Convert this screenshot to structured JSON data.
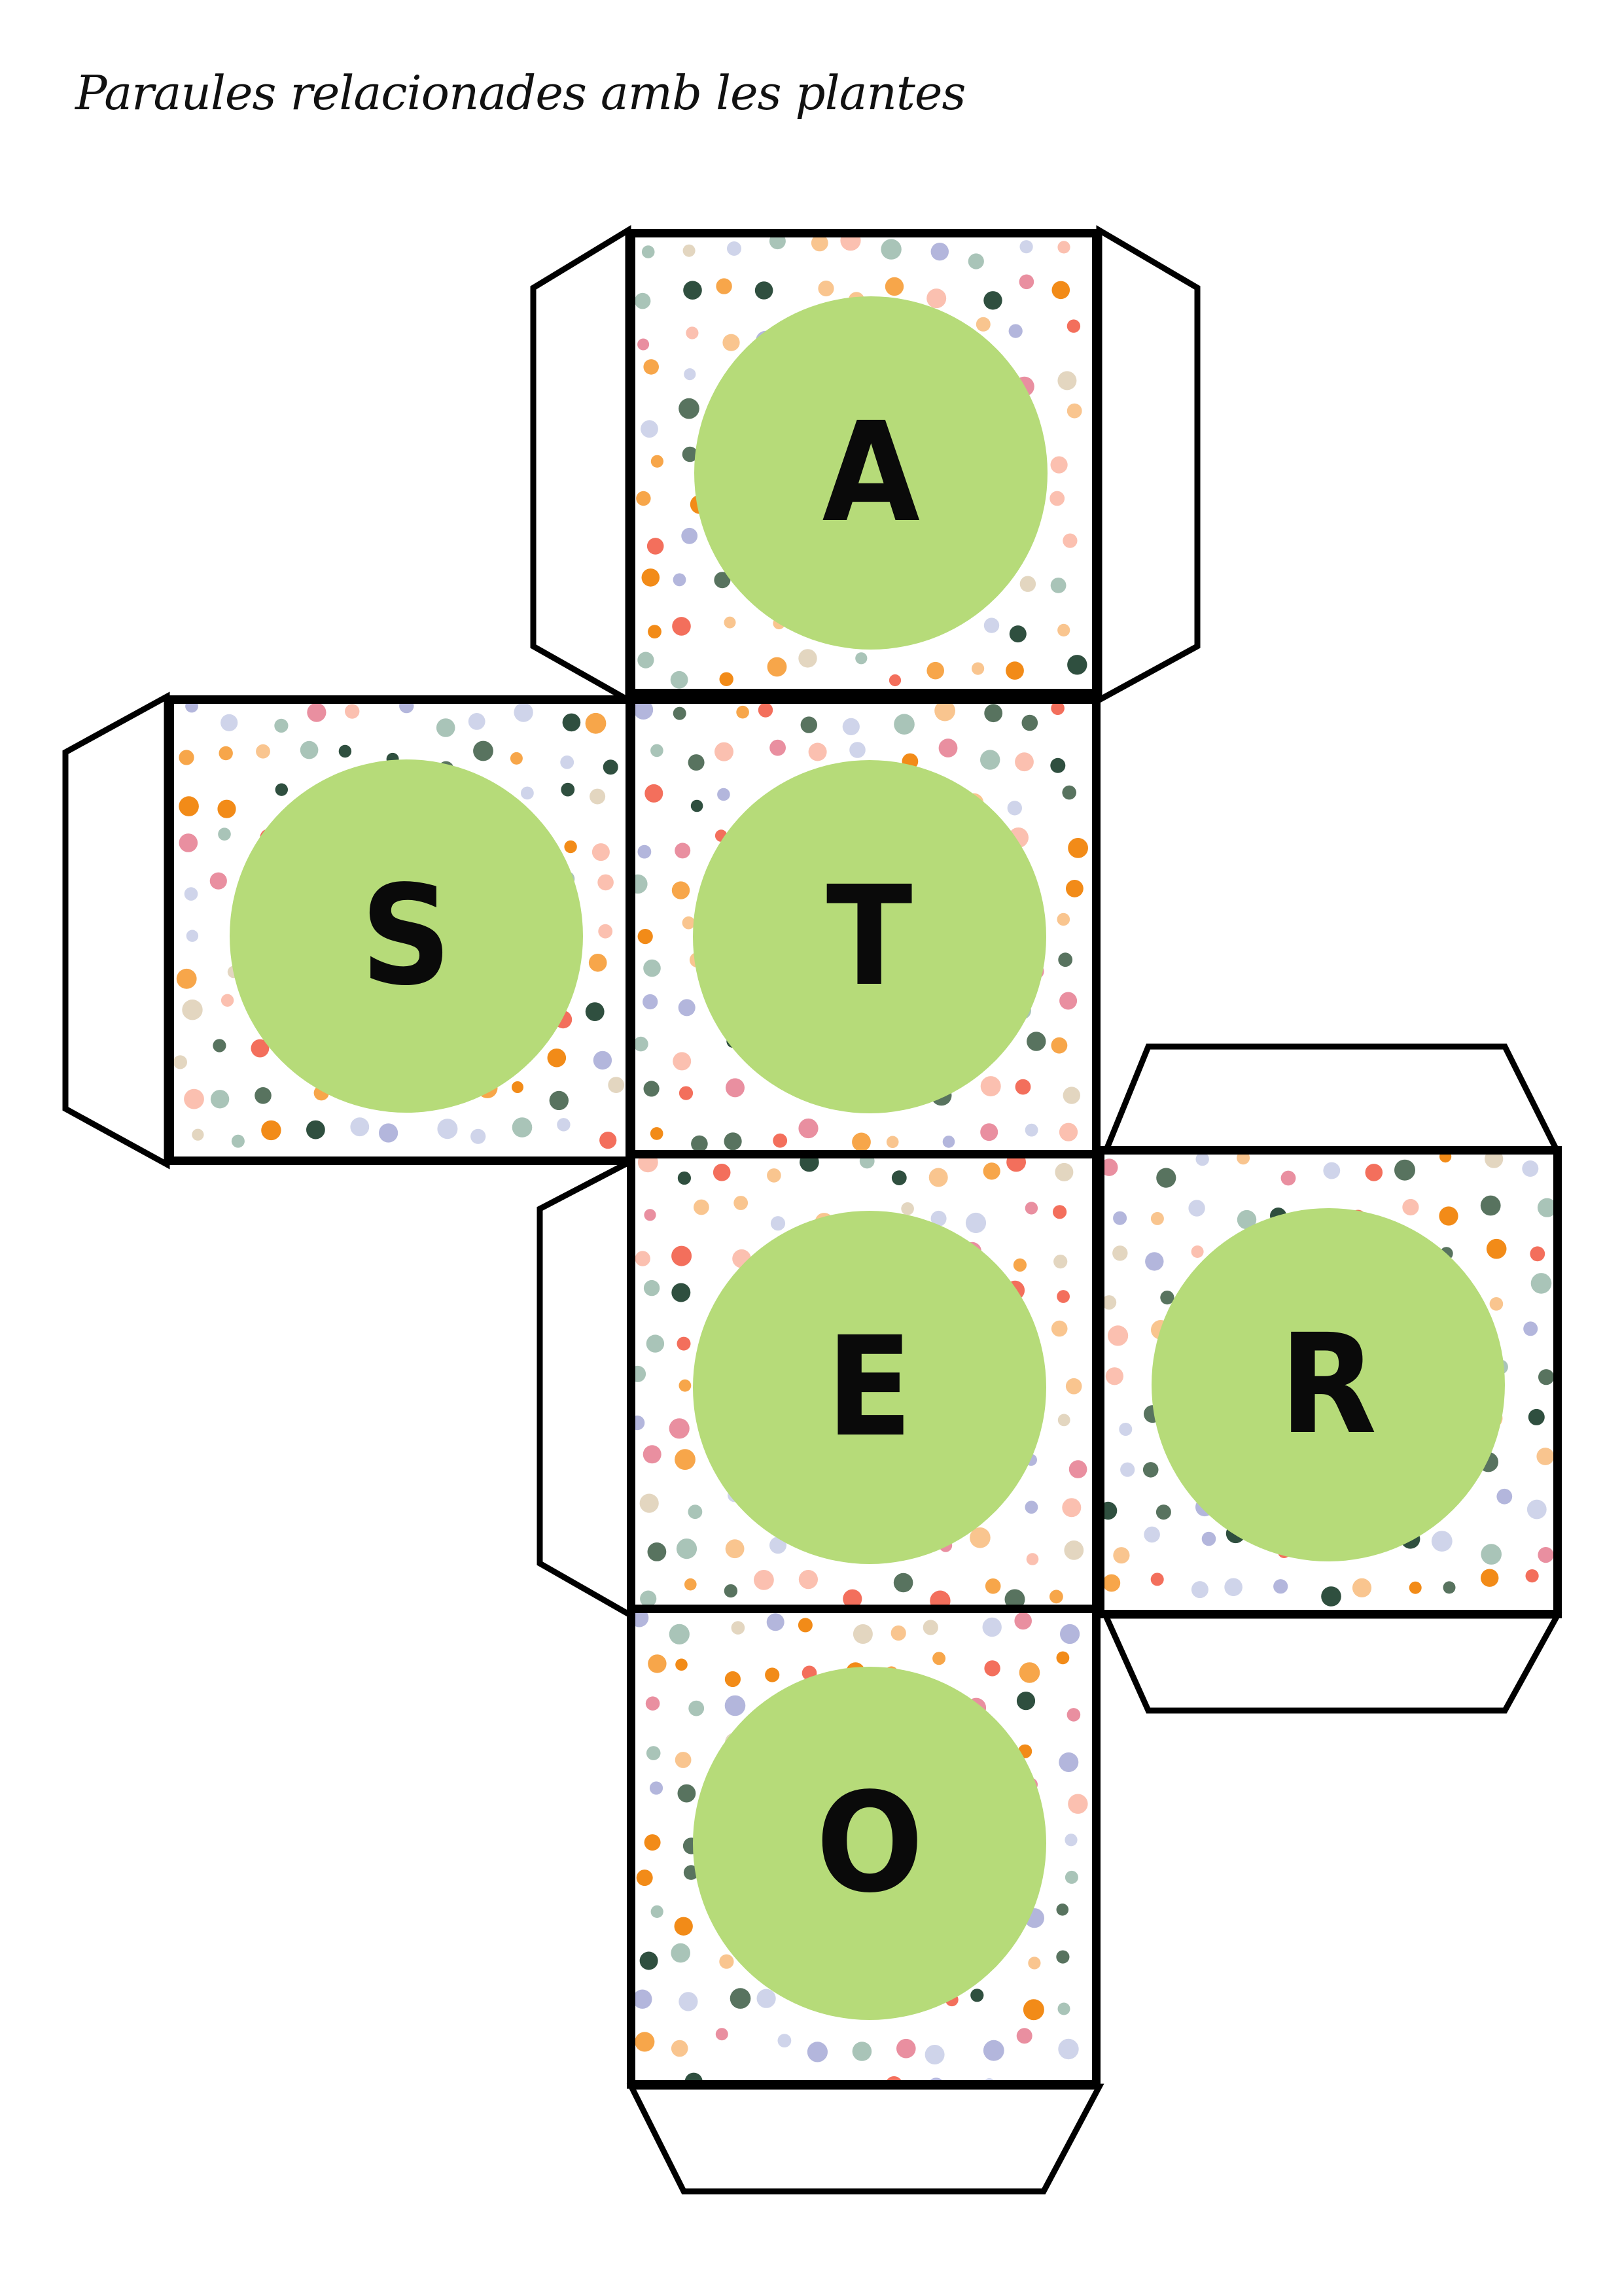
{
  "title": "Paraules relacionades amb les plantes",
  "faces": {
    "top": "A",
    "left": "S",
    "center": "T",
    "lower": "E",
    "right": "R",
    "bottom": "O"
  },
  "colors": {
    "circle": "#b6db79",
    "border": "#000000",
    "dots": [
      "#f36f5c",
      "#f7a64a",
      "#a9c4b8",
      "#b3b6dc",
      "#e98fa0",
      "#f9c58f",
      "#58735f",
      "#2f4f3f",
      "#f28b18",
      "#cfd4ea",
      "#e3d6c0",
      "#fbc0b0"
    ]
  }
}
